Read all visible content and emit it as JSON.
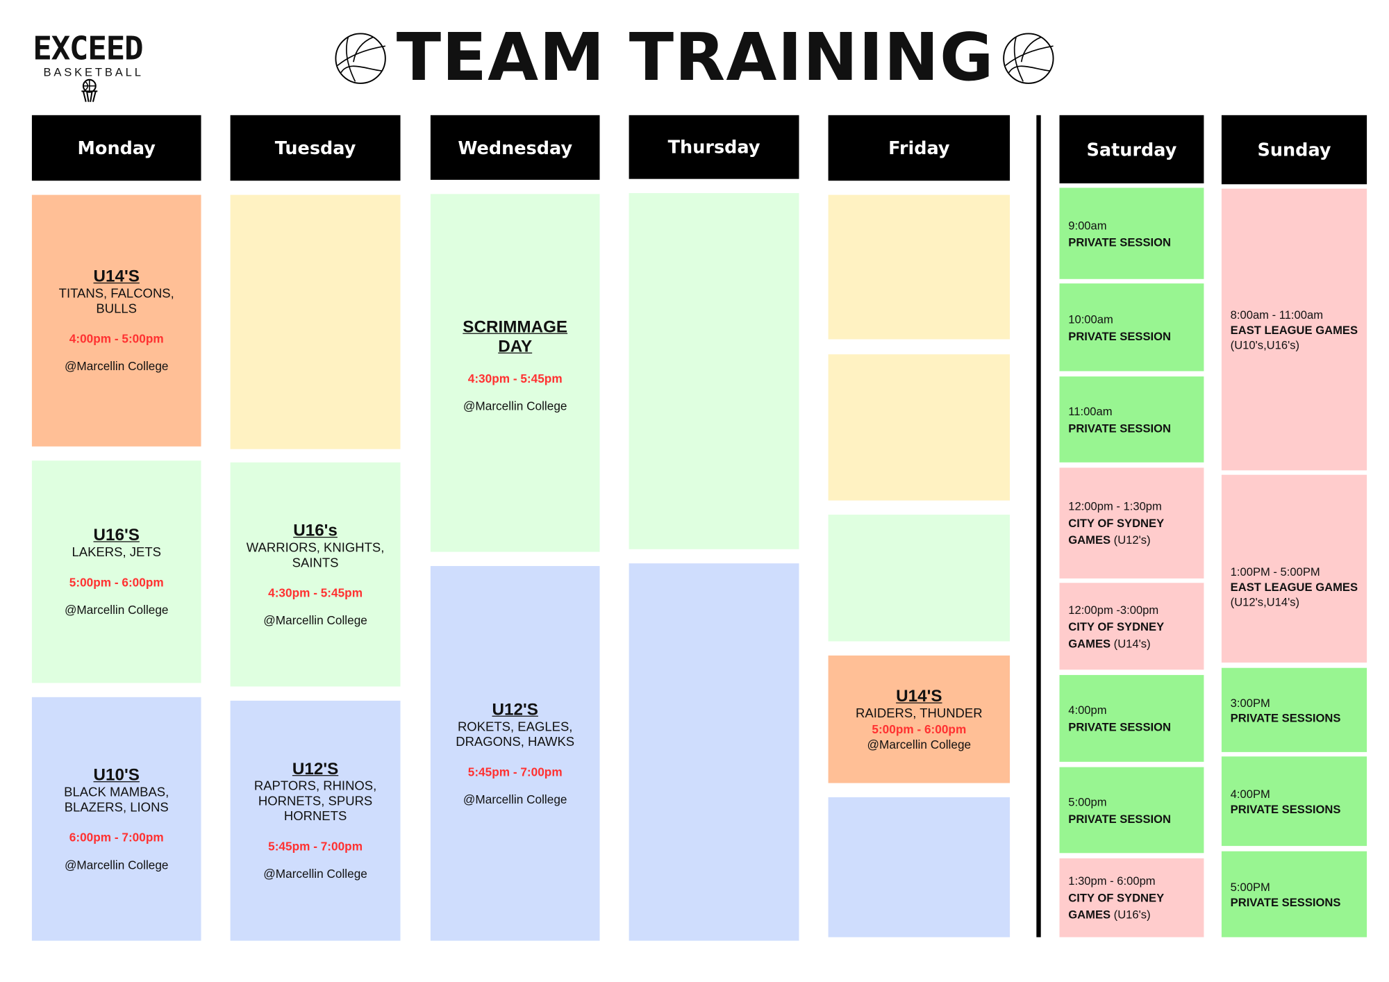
{
  "logo": {
    "brand": "EXCEED",
    "sub": "BASKETBALL"
  },
  "title": "TEAM TRAINING",
  "colors": {
    "orange": "#ffbf96",
    "yellow": "#fff2c2",
    "light_green": "#dfffe0",
    "blue": "#cfddfd",
    "green": "#98f591",
    "pink": "#ffcccc",
    "time_red": "#ff3131"
  },
  "days": [
    "Monday",
    "Tuesday",
    "Wednesday",
    "Thursday",
    "Friday",
    "Saturday",
    "Sunday"
  ],
  "monday": [
    {
      "team": "U14'S",
      "clubs": "TITANS, FALCONS, BULLS",
      "time": "4:00pm - 5:00pm",
      "venue": "@Marcellin College"
    },
    {
      "team": "U16'S",
      "clubs": "LAKERS, JETS",
      "time": "5:00pm - 6:00pm",
      "venue": "@Marcellin College"
    },
    {
      "team": "U10'S",
      "clubs": "BLACK MAMBAS, BLAZERS, LIONS",
      "time": "6:00pm - 7:00pm",
      "venue": "@Marcellin College"
    }
  ],
  "tuesday": [
    {
      "team": "U16's",
      "clubs": "WARRIORS, KNIGHTS, SAINTS",
      "time": "4:30pm - 5:45pm",
      "venue": "@Marcellin College"
    },
    {
      "team": "U12'S",
      "clubs": "RAPTORS, RHINOS, HORNETS, SPURS HORNETS",
      "time": "5:45pm - 7:00pm",
      "venue": "@Marcellin College"
    }
  ],
  "wednesday": [
    {
      "team": "SCRIMMAGE DAY",
      "time": "4:30pm - 5:45pm",
      "venue": "@Marcellin College"
    },
    {
      "team": "U12'S",
      "clubs": "ROKETS, EAGLES, DRAGONS, HAWKS",
      "time": "5:45pm - 7:00pm",
      "venue": "@Marcellin College"
    }
  ],
  "friday": [
    {
      "team": "U14'S",
      "clubs": "RAIDERS, THUNDER",
      "time": "5:00pm - 6:00pm",
      "venue": "@Marcellin College"
    }
  ],
  "saturday": [
    {
      "time": "9:00am",
      "title": "PRIVATE SESSION"
    },
    {
      "time": "10:00am",
      "title": "PRIVATE SESSION"
    },
    {
      "time": "11:00am",
      "title": "PRIVATE SESSION"
    },
    {
      "time": "12:00pm - 1:30pm",
      "title": "CITY OF SYDNEY",
      "title2": "GAMES",
      "note": "(U12's)"
    },
    {
      "time": "12:00pm -3:00pm",
      "title": "CITY OF SYDNEY",
      "title2": "GAMES",
      "note": "(U14's)"
    },
    {
      "time": "4:00pm",
      "title": "PRIVATE SESSION"
    },
    {
      "time": "5:00pm",
      "title": "PRIVATE SESSION"
    },
    {
      "time": "1:30pm - 6:00pm",
      "title": "CITY OF SYDNEY",
      "title2": "GAMES",
      "note": "(U16's)"
    }
  ],
  "sunday": [
    {
      "time": "8:00am - 11:00am",
      "title": "EAST LEAGUE GAMES",
      "note": "(U10's,U16's)"
    },
    {
      "time": "1:00PM - 5:00PM",
      "title": "EAST LEAGUE GAMES",
      "note": "(U12's,U14's)"
    },
    {
      "time": "3:00PM",
      "title": "PRIVATE SESSIONS"
    },
    {
      "time": "4:00PM",
      "title": "PRIVATE SESSIONS"
    },
    {
      "time": "5:00PM",
      "title": "PRIVATE SESSIONS"
    }
  ]
}
